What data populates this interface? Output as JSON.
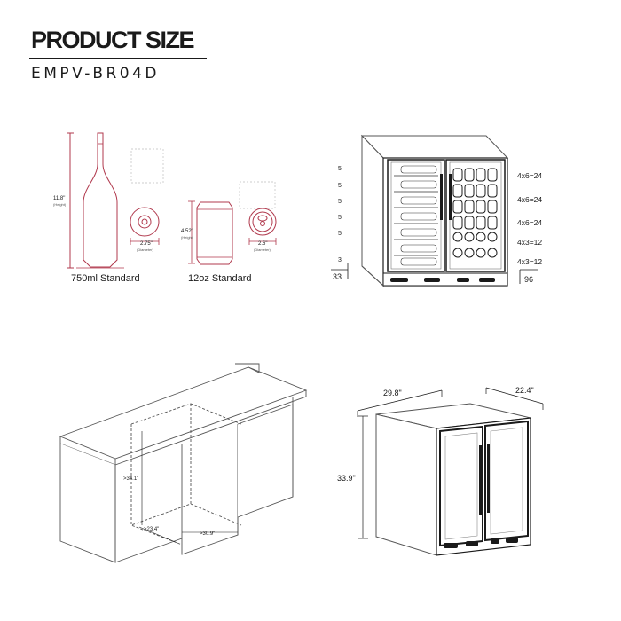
{
  "header": {
    "title": "PRODUCT SIZE",
    "model": "EMPV-BR04D"
  },
  "bottles": {
    "bottle_height": "11.8\"",
    "bottle_height_note": "(Height)",
    "bottle_diameter": "2.75\"",
    "bottle_diameter_note": "(Diameter)",
    "bottle_label": "750ml Standard",
    "can_height": "4.52\"",
    "can_height_note": "(Height)",
    "can_diameter": "2.6\"",
    "can_diameter_note": "(Diameter)",
    "can_label": "12oz Standard"
  },
  "capacity": {
    "left_rows": [
      "5",
      "5",
      "5",
      "5",
      "5",
      "3"
    ],
    "left_total": "33",
    "right_rows": [
      "4x6=24",
      "4x6=24",
      "4x6=24",
      "4x3=12",
      "4x3=12"
    ],
    "right_total": "96"
  },
  "cutout": {
    "height": ">34.1\"",
    "depth": ">23.4\"",
    "width": ">30.9\""
  },
  "unit": {
    "width": "29.8\"",
    "depth": "22.4\"",
    "height": "33.9\""
  },
  "colors": {
    "ink": "#1a1a1a",
    "outline": "#555555",
    "bottle_outline": "#b0384c",
    "soft_line": "#9a9a9a"
  }
}
